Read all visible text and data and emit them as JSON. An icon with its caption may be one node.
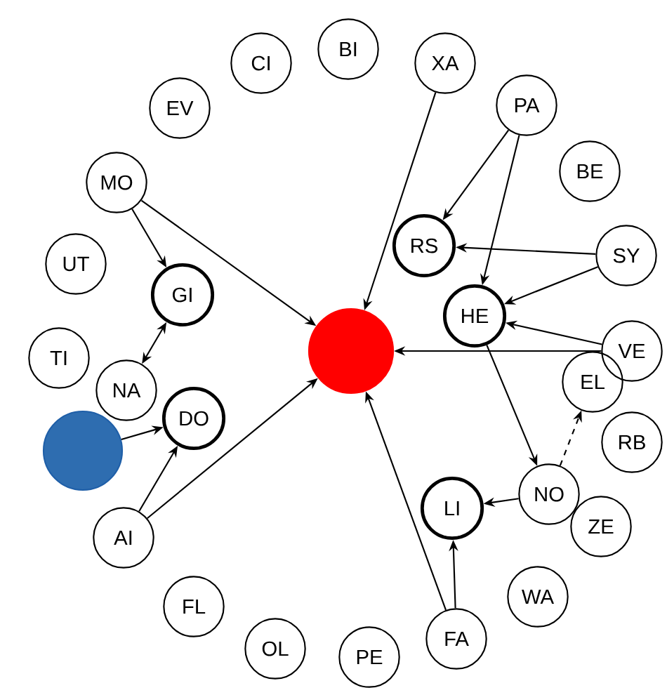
{
  "diagram": {
    "nodes": [
      {
        "text": [
          "CI"
        ]
      },
      {
        "text": [
          "BI"
        ]
      },
      {
        "text": [
          "XA"
        ]
      },
      {
        "text": [
          "PA"
        ]
      },
      {
        "text": [
          "BE"
        ]
      },
      {
        "text": [
          "EV"
        ]
      },
      {
        "text": [
          "MO"
        ]
      },
      {
        "text": [
          "UT"
        ]
      },
      {
        "text": [
          "GI"
        ]
      },
      {
        "text": [
          "RS"
        ]
      },
      {
        "text": [
          "HE"
        ]
      },
      {
        "text": [
          "SY"
        ]
      },
      {
        "text": [
          "TI"
        ]
      },
      {
        "text": [
          "NA"
        ]
      },
      {
        "text": [
          "DO"
        ]
      },
      {
        "text": [],
        "shape": "circle"
      },
      {
        "text": [],
        "shape": "circle"
      },
      {
        "text": [
          "VE"
        ]
      },
      {
        "text": [
          "EL"
        ]
      },
      {
        "text": [
          "RB"
        ]
      },
      {
        "text": [
          "NO"
        ]
      },
      {
        "text": [
          "ZE"
        ]
      },
      {
        "text": [
          "LI"
        ]
      },
      {
        "text": [
          "AI"
        ]
      },
      {
        "text": [
          "FL"
        ]
      },
      {
        "text": [
          "WA"
        ]
      },
      {
        "text": [
          "OL"
        ]
      },
      {
        "text": [
          "PE"
        ]
      },
      {
        "text": [
          "FA"
        ]
      }
    ],
    "edges": [
      {
        "from": 6,
        "to": 8,
        "arrow": "to"
      },
      {
        "from": 6,
        "to": 15,
        "arrow": "to"
      },
      {
        "from": 2,
        "to": 15,
        "arrow": "to"
      },
      {
        "from": 3,
        "to": 9,
        "arrow": "to"
      },
      {
        "from": 3,
        "to": 10,
        "arrow": "to"
      },
      {
        "from": 11,
        "to": 9,
        "arrow": "to"
      },
      {
        "from": 11,
        "to": 10,
        "arrow": "to"
      },
      {
        "from": 17,
        "to": 10,
        "arrow": "to"
      },
      {
        "from": 17,
        "to": 15,
        "arrow": "to"
      },
      {
        "from": 13,
        "to": 8,
        "arrow": "both"
      },
      {
        "from": 16,
        "to": 14,
        "arrow": "to"
      },
      {
        "from": 23,
        "to": 14,
        "arrow": "to"
      },
      {
        "from": 23,
        "to": 15,
        "arrow": "to"
      },
      {
        "from": 10,
        "to": 20,
        "arrow": "to"
      },
      {
        "from": 20,
        "to": 18,
        "arrow": "to",
        "style": "dashed"
      },
      {
        "from": 20,
        "to": 22,
        "arrow": "to"
      },
      {
        "from": 28,
        "to": 22,
        "arrow": "to"
      },
      {
        "from": 28,
        "to": 15,
        "arrow": "to"
      }
    ]
  }
}
